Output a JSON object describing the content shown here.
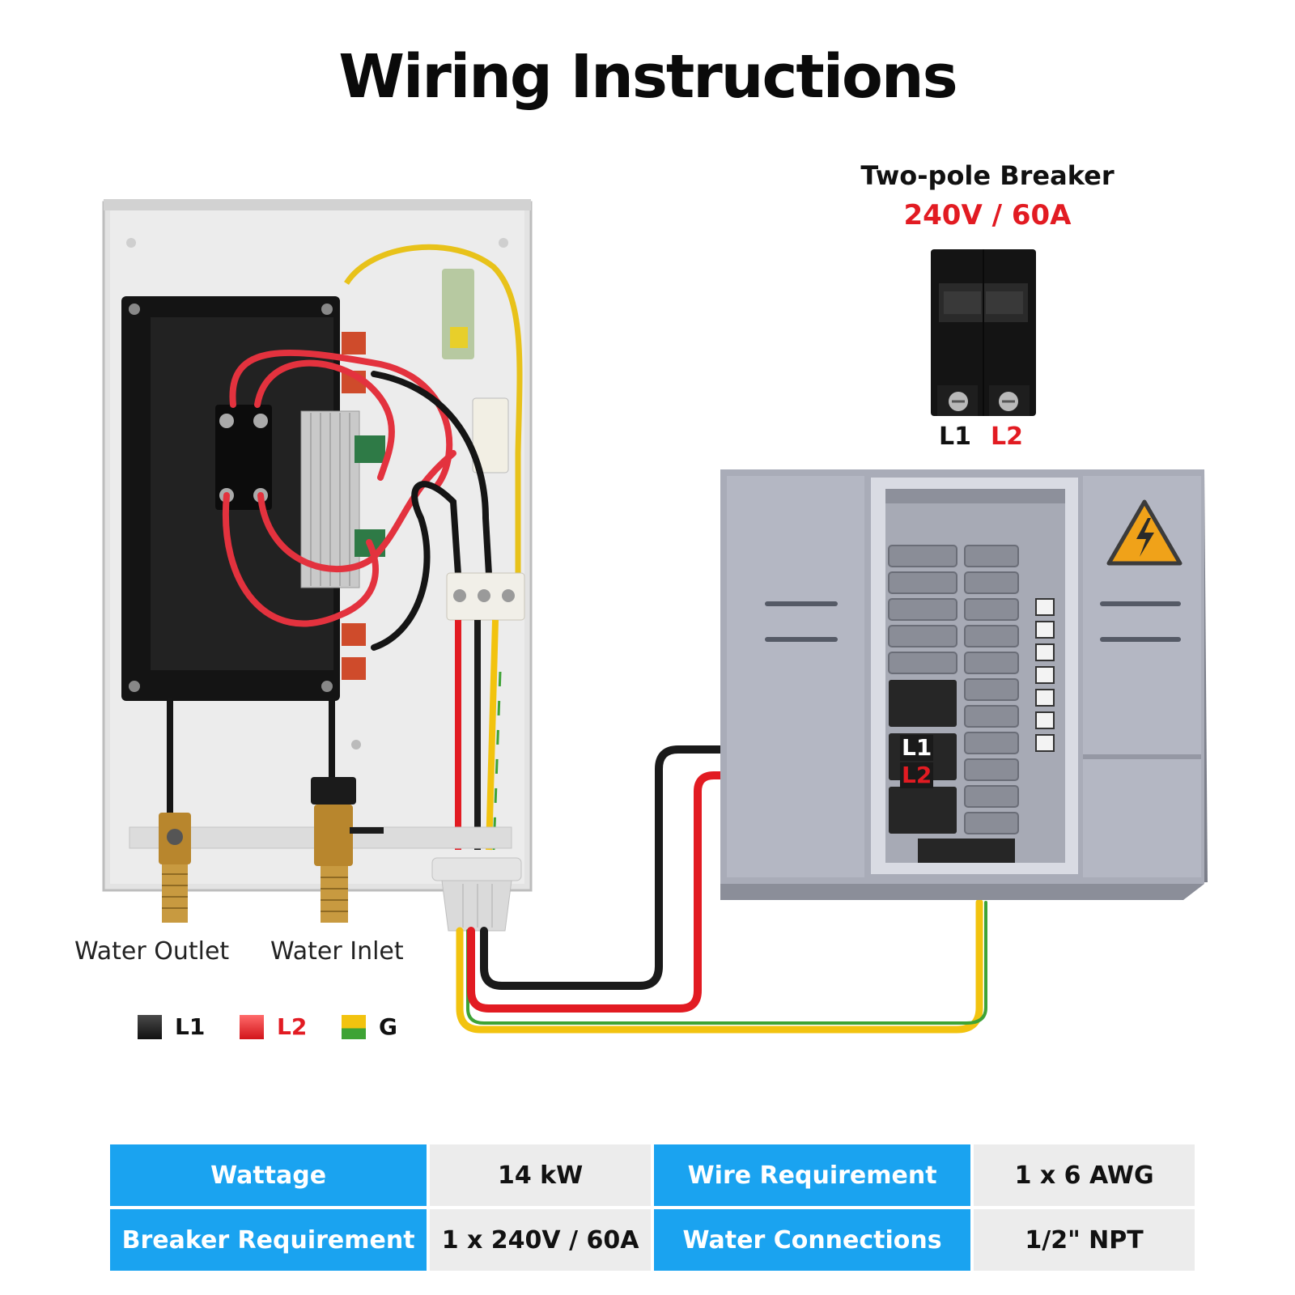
{
  "title": "Wiring Instructions",
  "breaker": {
    "title": "Two-pole Breaker",
    "rating": "240V / 60A",
    "terminal_l1": "L1",
    "terminal_l2": "L2"
  },
  "panel": {
    "label_l1": "L1",
    "label_l2": "L2",
    "icon": "high-voltage-warning-icon"
  },
  "heater": {
    "water_outlet": "Water Outlet",
    "water_inlet": "Water Inlet"
  },
  "legend": [
    {
      "label": "L1",
      "color": "#1a1a1a"
    },
    {
      "label": "L2",
      "color": "#e21b22"
    },
    {
      "label": "G",
      "color": "#f2c30f"
    }
  ],
  "colors": {
    "accent_blue": "#1aa3f0",
    "wire_l1": "#1a1a1a",
    "wire_l2": "#e21b22",
    "wire_ground_yellow": "#f2c30f",
    "wire_ground_green": "#3ea335"
  },
  "specs": [
    {
      "key": "Wattage",
      "value": "14 kW",
      "key2": "Wire Requirement",
      "value2": "1 x 6 AWG"
    },
    {
      "key": "Breaker Requirement",
      "value": "1 x 240V / 60A",
      "key2": "Water Connections",
      "value2": "1/2\" NPT"
    }
  ]
}
